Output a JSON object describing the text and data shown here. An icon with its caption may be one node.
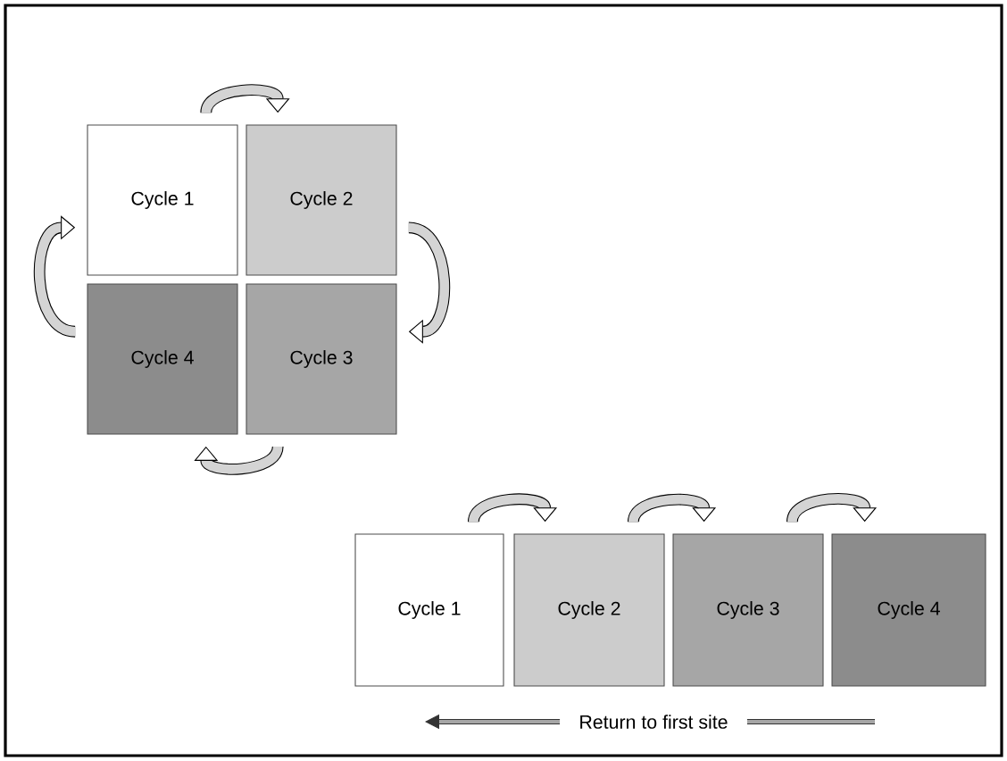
{
  "diagram": {
    "nodes": [
      {
        "text": [
          "Cycle 1"
        ]
      },
      {
        "text": [
          "Cycle 2"
        ]
      },
      {
        "text": [
          "Cycle 4"
        ]
      },
      {
        "text": [
          "Cycle 3"
        ]
      },
      {
        "text": [
          "Cycle 1"
        ]
      },
      {
        "text": [
          "Cycle 2"
        ]
      },
      {
        "text": [
          "Cycle 3"
        ]
      },
      {
        "text": [
          "Cycle 4"
        ]
      }
    ],
    "edges": [
      {
        "from": 0,
        "to": 1,
        "arrow": "to"
      },
      {
        "from": 1,
        "to": 3,
        "arrow": "to"
      },
      {
        "from": 3,
        "to": 2,
        "arrow": "to"
      },
      {
        "from": 2,
        "to": 0,
        "arrow": "to"
      },
      {
        "from": 4,
        "to": 5,
        "arrow": "to"
      },
      {
        "from": 5,
        "to": 6,
        "arrow": "to"
      },
      {
        "from": 6,
        "to": 7,
        "arrow": "to"
      }
    ],
    "labels": [
      "Return to first site"
    ]
  }
}
